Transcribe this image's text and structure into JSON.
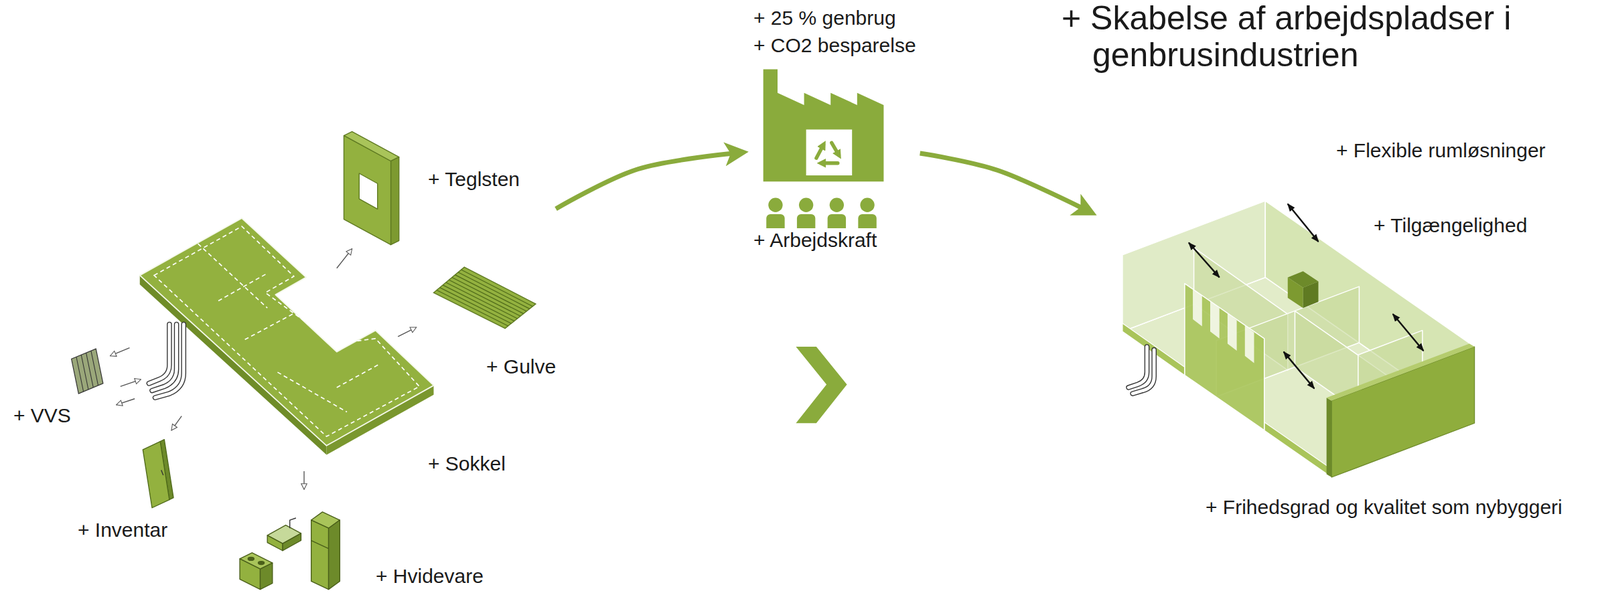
{
  "diagram": {
    "nodes": [
      {
        "text": [
          "+ Sokkel"
        ]
      },
      {
        "text": [
          "+ 25 % genbrug",
          "+ CO2 besparelse",
          "+ Arbejdskraft"
        ]
      },
      {
        "text": [
          "+ Frihedsgrad og kvalitet som nybyggeri"
        ]
      }
    ],
    "edges": [
      {
        "from": 0,
        "to": 1,
        "arrow": "to"
      },
      {
        "from": 1,
        "to": 2,
        "arrow": "to"
      }
    ],
    "labels": [
      "+ Teglsten",
      "+ Gulve",
      "+ VVS",
      "+ Inventar",
      "+ Hvidevare",
      "+ Skabelse af arbejdspladser i genbrusindustrien",
      "+ Flexible rumløsninger",
      "+ Tilgængelighed"
    ]
  }
}
